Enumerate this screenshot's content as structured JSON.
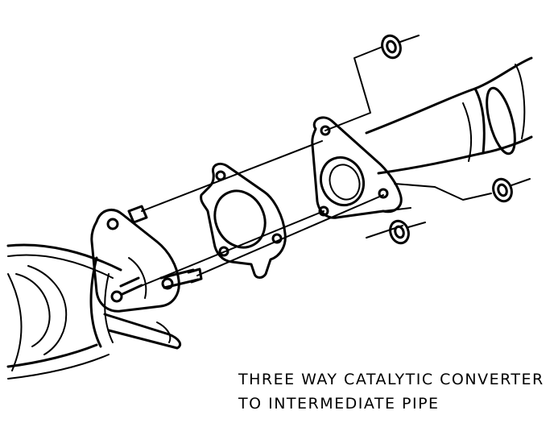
{
  "caption": {
    "line1": "THREE WAY CATALYTIC CONVERTER",
    "line2": "TO INTERMEDIATE PIPE"
  },
  "colors": {
    "ink": "#000000",
    "paper": "#ffffff"
  },
  "parts": [
    "catalytic-converter",
    "converter-flange",
    "flange-studs",
    "exhaust-gasket",
    "intermediate-pipe-flange",
    "intermediate-pipe",
    "flange-nuts"
  ]
}
